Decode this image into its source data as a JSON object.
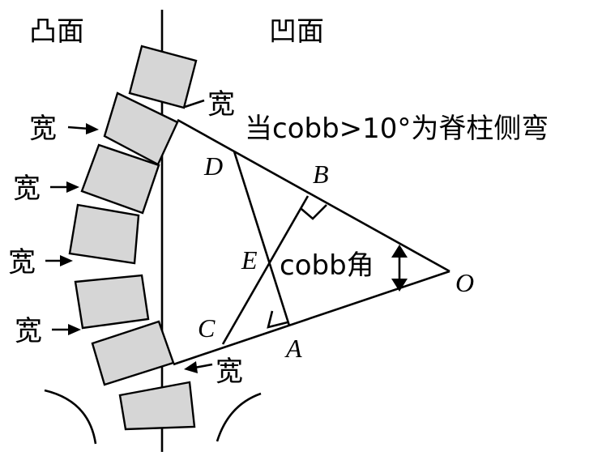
{
  "labels": {
    "convex_side": "凸面",
    "concave_side": "凹面",
    "wide": "宽",
    "condition": "当cobb>10°为脊柱侧弯",
    "cobb_angle": "cobb角"
  },
  "points": {
    "A": "A",
    "B": "B",
    "C": "C",
    "D": "D",
    "E": "E",
    "O": "O"
  },
  "colors": {
    "vertebra_fill": "#d6d6d6",
    "line": "#000000",
    "background": "#ffffff"
  }
}
